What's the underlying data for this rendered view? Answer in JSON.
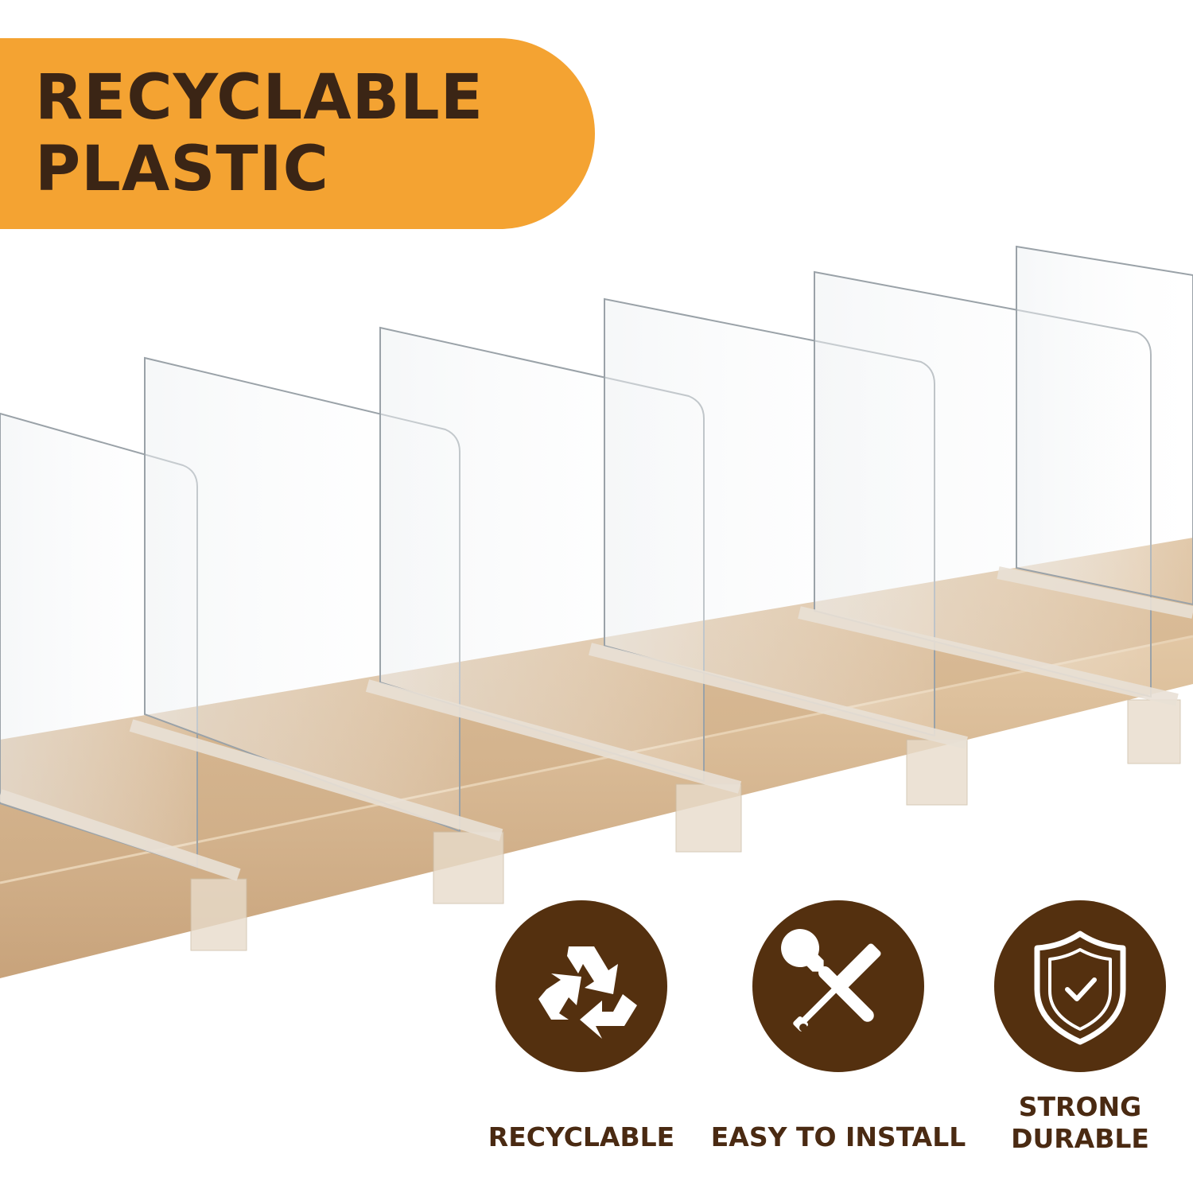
{
  "banner": {
    "line1": "RECYCLABLE",
    "line2": "PLASTIC"
  },
  "features": {
    "recyclable": {
      "label": "RECYCLABLE",
      "icon": "recycle-icon"
    },
    "install": {
      "label": "EASY TO INSTALL",
      "icon": "tools-icon"
    },
    "strong": {
      "line1": "STRONG",
      "line2": "DURABLE",
      "icon": "shield-check-icon"
    }
  },
  "colors": {
    "banner": "#f4a332",
    "banner_text": "#3b2515",
    "icon_circle": "#54300f",
    "label_text": "#4a2a12",
    "shelf": "#d8b791",
    "shelf_edge": "#c9a57d"
  }
}
